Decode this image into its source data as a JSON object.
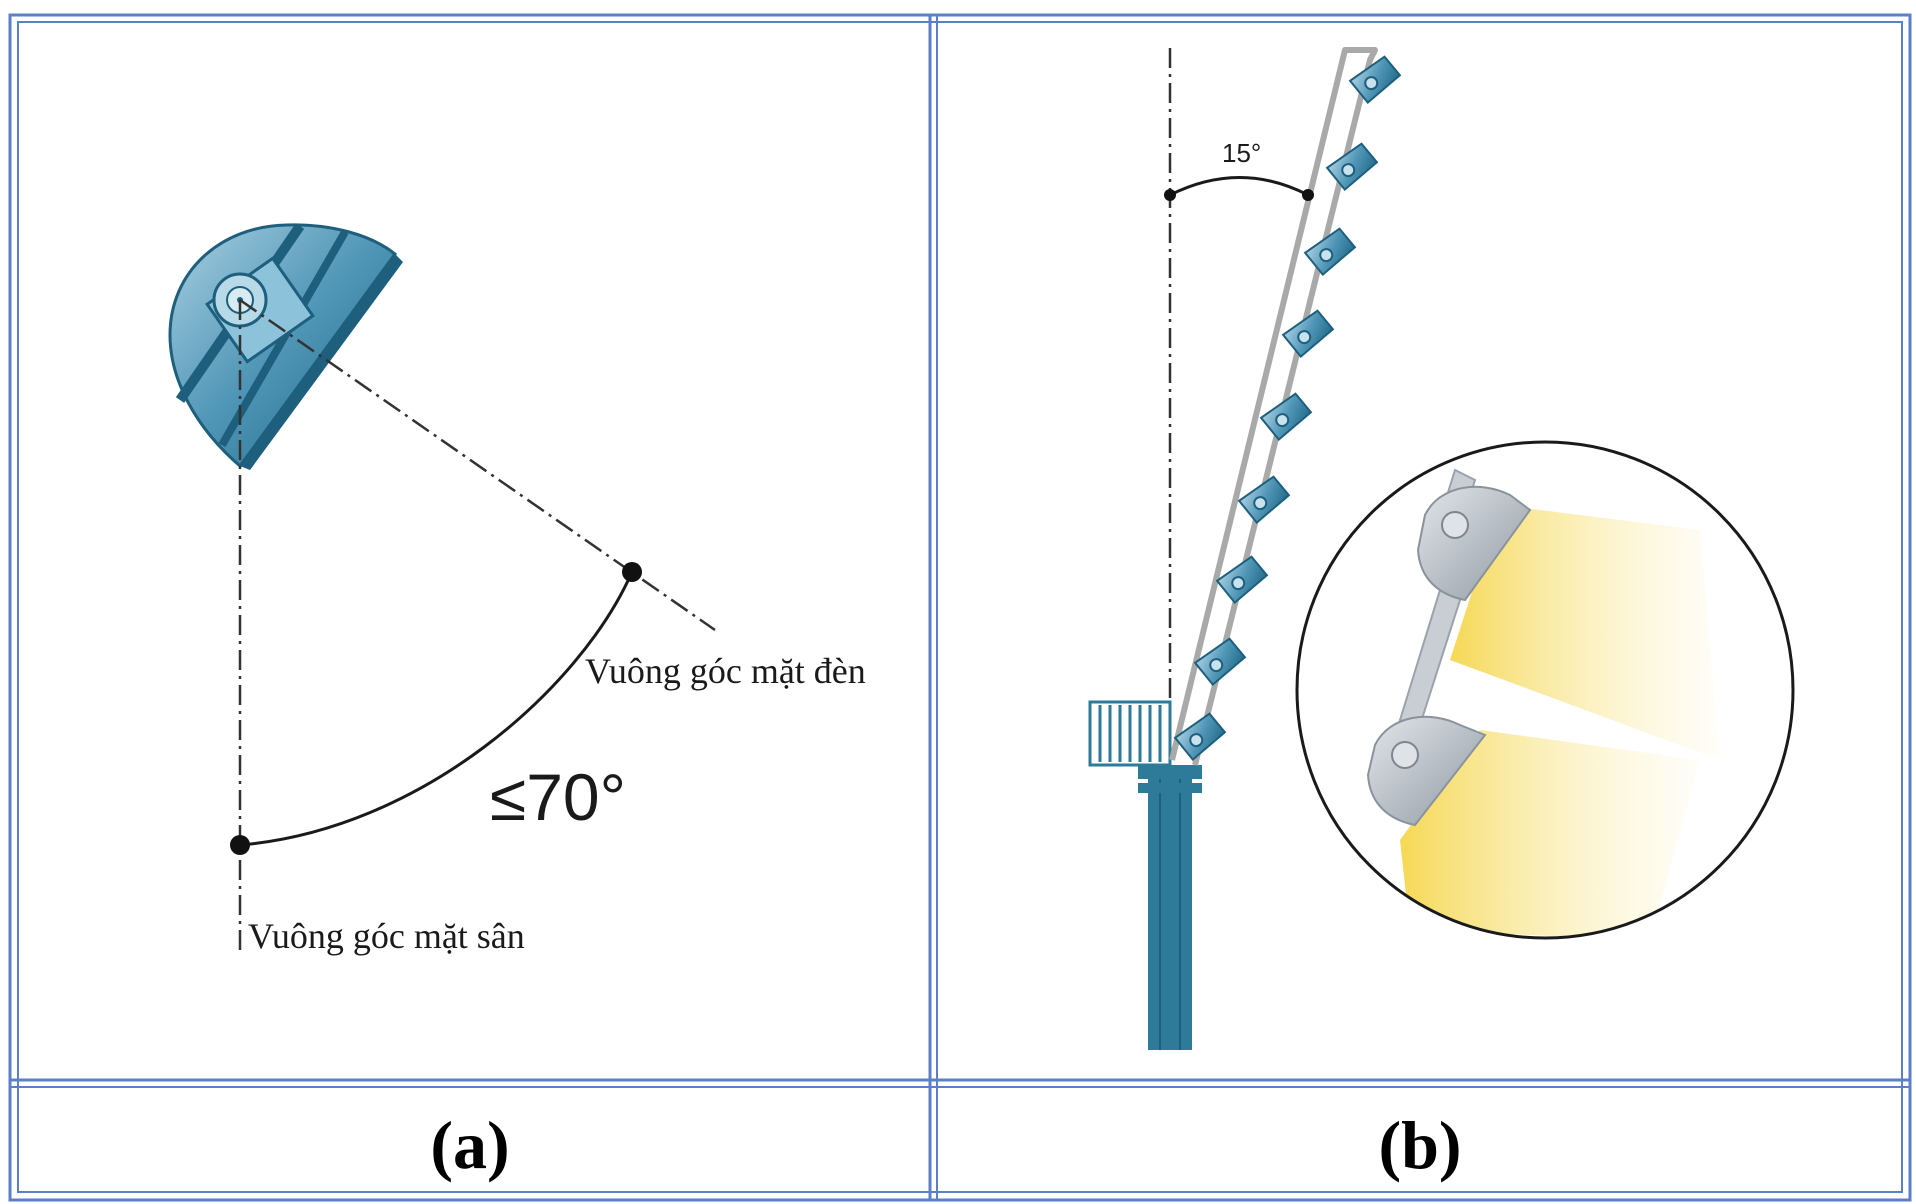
{
  "panel_a": {
    "caption": "(a)",
    "lamp_axis_label": "Vuông góc mặt đèn",
    "ground_axis_label": "Vuông góc mặt sân",
    "angle_label": "≤70°"
  },
  "panel_b": {
    "caption": "(b)",
    "tilt_angle_label": "15°"
  },
  "colors": {
    "frame": "#5b7fc9",
    "lamp_blue": "#3f87a8",
    "lamp_dark": "#1d5f7c",
    "mast": "#2e7a99",
    "frame_gray": "#a9a9a9",
    "beam_yellow": "#f4d43a"
  }
}
